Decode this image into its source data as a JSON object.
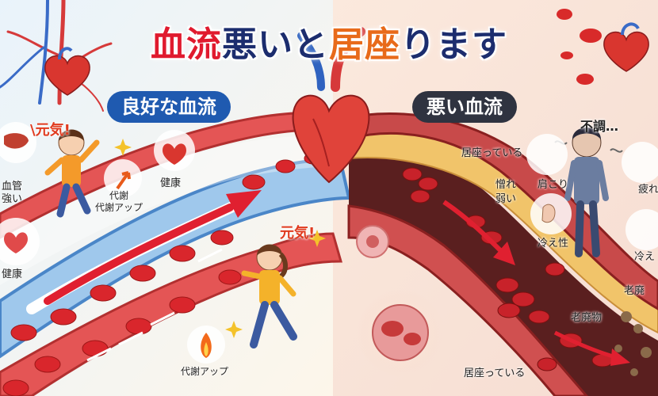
{
  "title": {
    "part1": "血流",
    "part2": "悪いと",
    "part3": "居座",
    "part4": "ります"
  },
  "good_panel": {
    "badge": "良好な血流",
    "exclaim_top": "\\元気!",
    "exclaim_mid": "元気!",
    "labels": {
      "vessel": "血管\n強い",
      "health_left": "健康",
      "metabolism_mid": "代謝\n代謝アップ",
      "health_top": "健康",
      "metabolism_bottom": "代謝アップ"
    }
  },
  "bad_panel": {
    "badge": "悪い血流",
    "fuchou": "不調…",
    "labels": {
      "stuck_top": "居座っている",
      "slow": "憎れ\n弱い",
      "shoulder": "肩こり",
      "cold": "冷え性",
      "tired": "疲れ",
      "cold_right": "冷え",
      "waste_top": "老廃",
      "waste": "老廃物",
      "stuck_bottom": "居座っている"
    }
  },
  "colors": {
    "title_red": "#e01a2e",
    "title_navy": "#1c2d6e",
    "title_orange": "#e86a1a",
    "good_badge": "#1f5ab0",
    "bad_badge": "#2f3340"
  }
}
